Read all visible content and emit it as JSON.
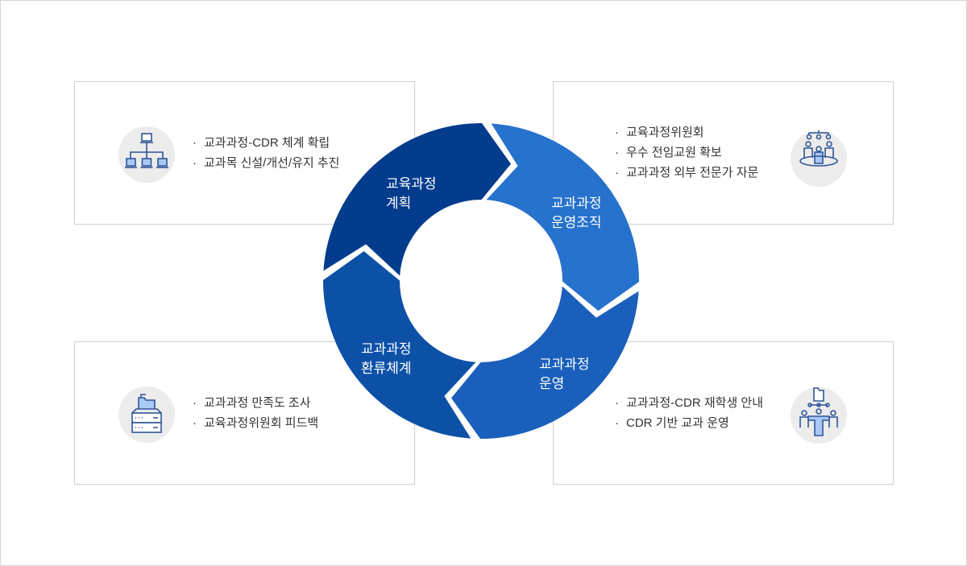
{
  "cycle": {
    "segments": [
      {
        "line1": "교육과정",
        "line2": "계획",
        "color": "#2672cc"
      },
      {
        "line1": "교과과정",
        "line2": "운영조직",
        "color": "#1a5fbb"
      },
      {
        "line1": "교과과정",
        "line2": "운영",
        "color": "#0d51a7"
      },
      {
        "line1": "교과과정",
        "line2": "환류체계",
        "color": "#033c8d"
      }
    ]
  },
  "boxes": {
    "top_left": {
      "icon": "network-computers-icon",
      "items": [
        "교과과정-CDR  체계  확립",
        "교과목 신설/개선/유지 추진"
      ]
    },
    "top_right": {
      "icon": "committee-people-icon",
      "items": [
        "교육과정위원회",
        "우수 전임교원 확보",
        "교과과정 외부 전문가 자문"
      ]
    },
    "bottom_left": {
      "icon": "folder-cabinet-icon",
      "items": [
        "교과과정 만족도 조사",
        "교육과정위원회 피드백"
      ]
    },
    "bottom_right": {
      "icon": "folder-team-icon",
      "items": [
        "교과과정-CDR 재학생 안내",
        "CDR 기반 교과 운영"
      ]
    }
  },
  "colors": {
    "icon_stroke": "#2f5597",
    "icon_fill": "#a9c8f5",
    "icon_bg": "#ececec"
  }
}
